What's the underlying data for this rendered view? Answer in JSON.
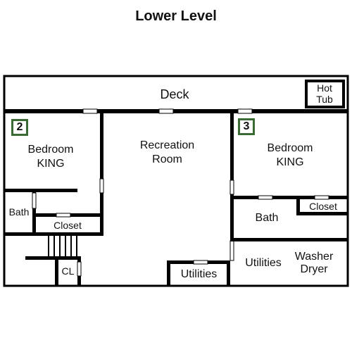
{
  "title": "Lower Level",
  "rooms": {
    "deck": "Deck",
    "hot_tub": [
      "Hot",
      "Tub"
    ],
    "bedroom_left": [
      "Bedroom",
      "KING"
    ],
    "bedroom_right": [
      "Bedroom",
      "KING"
    ],
    "recreation": [
      "Recreation",
      "Room"
    ],
    "bath_left": "Bath",
    "closet_left": "Closet",
    "bath_right": "Bath",
    "closet_right": "Closet",
    "cl": "CL",
    "utilities_center": "Utilities",
    "utilities_right": "Utilities",
    "washer_dryer": [
      "Washer",
      "Dryer"
    ]
  },
  "badges": {
    "left": "2",
    "right": "3"
  },
  "colors": {
    "wall": "#000000",
    "badge_border": "#3a6b35"
  }
}
